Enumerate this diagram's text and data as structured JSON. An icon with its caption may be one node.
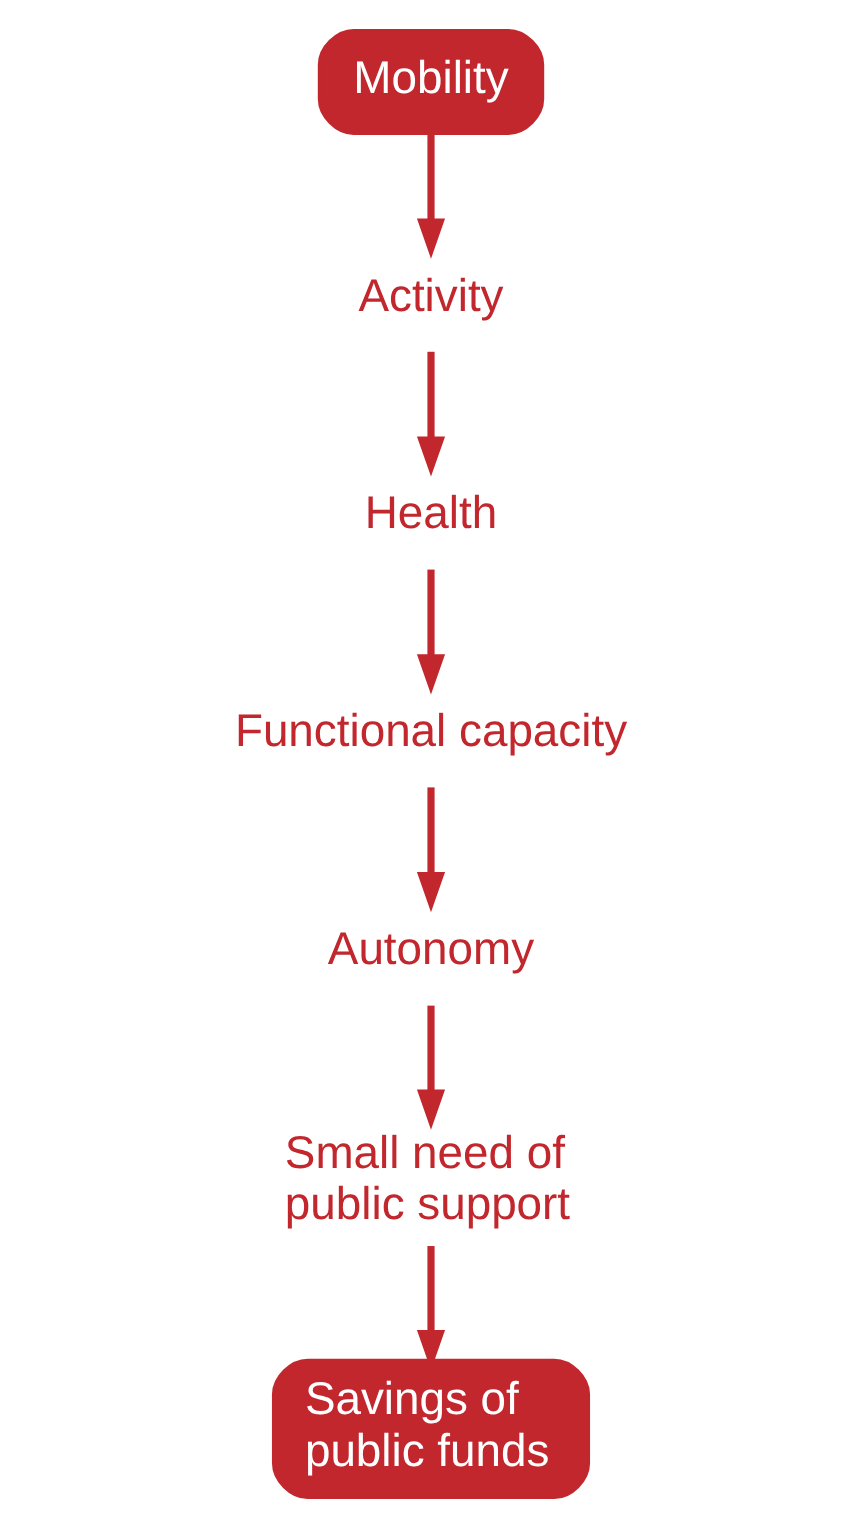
{
  "diagram": {
    "nodes": [
      {
        "text": [
          "Mobility"
        ]
      },
      {
        "text": [
          "Activity"
        ]
      },
      {
        "text": [
          "Health"
        ]
      },
      {
        "text": [
          "Functional capacity"
        ]
      },
      {
        "text": [
          "Autonomy"
        ]
      },
      {
        "text": [
          "Small need of public support"
        ]
      },
      {
        "text": [
          "Savings of public funds"
        ]
      }
    ],
    "edges": [
      {
        "from": 0,
        "to": 1,
        "arrow": "to"
      },
      {
        "from": 1,
        "to": 2,
        "arrow": "to"
      },
      {
        "from": 2,
        "to": 3,
        "arrow": "to"
      },
      {
        "from": 3,
        "to": 4,
        "arrow": "to"
      },
      {
        "from": 4,
        "to": 5,
        "arrow": "to"
      },
      {
        "from": 5,
        "to": 6,
        "arrow": "to"
      }
    ]
  }
}
